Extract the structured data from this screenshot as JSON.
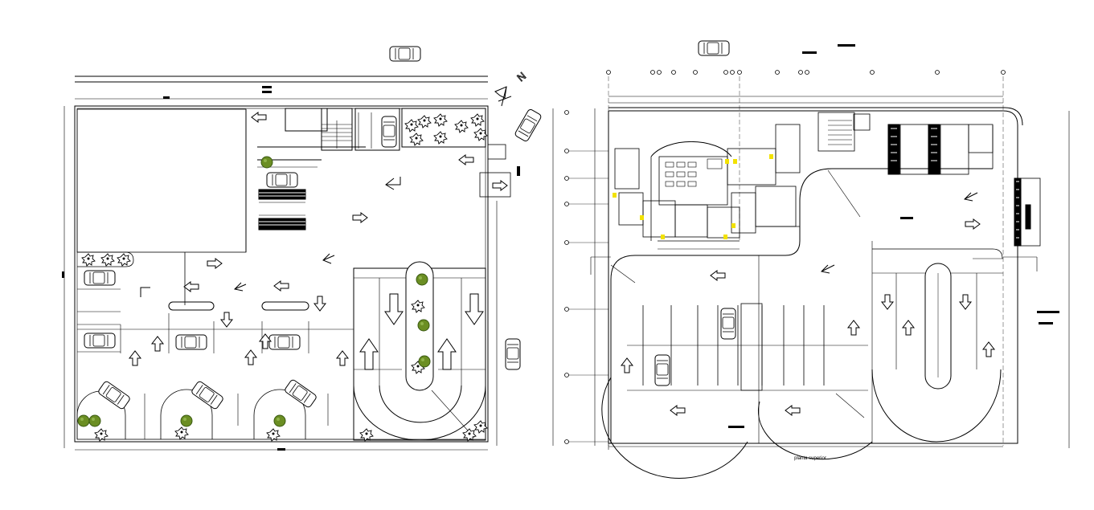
{
  "drawing": {
    "plans": [
      {
        "id": "ground-floor"
      },
      {
        "id": "upper-floor",
        "caption": "planta superior"
      }
    ],
    "north_label": "N",
    "colors": {
      "line": "#000000",
      "tree": "#6b8e23",
      "tree_dark": "#3a5a12",
      "highlight": "#f2e200",
      "background": "#ffffff"
    }
  }
}
